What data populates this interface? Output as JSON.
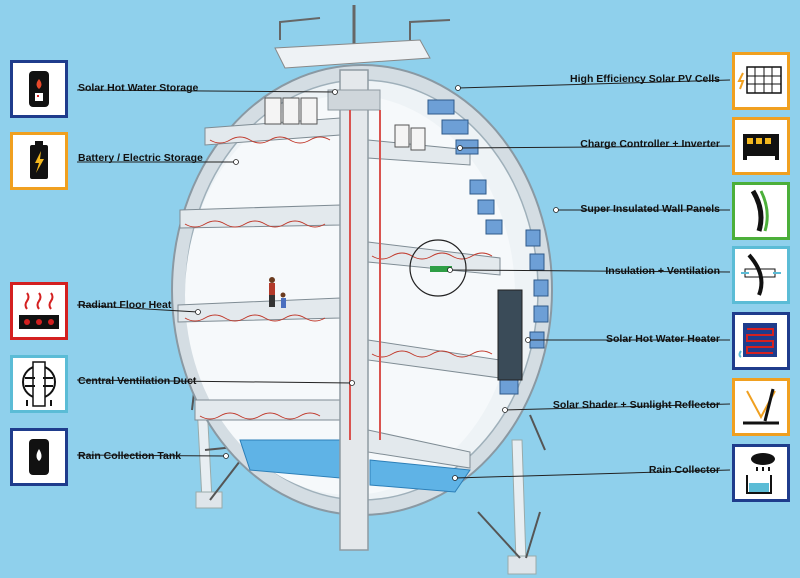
{
  "components": {
    "left": [
      {
        "label": "Solar Hot Water Storage",
        "icon": "hot-water-tank-icon",
        "color": "#1f3c8c"
      },
      {
        "label": "Battery / Electric Storage",
        "icon": "battery-icon",
        "color": "#f0a020"
      },
      {
        "label": "Radiant Floor Heat",
        "icon": "radiant-floor-heat-icon",
        "color": "#d42020"
      },
      {
        "label": "Central Ventilation Duct",
        "icon": "ventilation-duct-icon",
        "color": "#5bbcd6"
      },
      {
        "label": "Rain Collection Tank",
        "icon": "rain-tank-icon",
        "color": "#1f3c8c"
      }
    ],
    "right": [
      {
        "label": "High Efficiency Solar PV Cells",
        "icon": "solar-panel-icon",
        "color": "#f0a020"
      },
      {
        "label": "Charge Controller + Inverter",
        "icon": "inverter-icon",
        "color": "#f0a020"
      },
      {
        "label": "Super Insulated Wall Panels",
        "icon": "wall-panel-icon",
        "color": "#4caf3a"
      },
      {
        "label": "Insulation + Ventilation",
        "icon": "insulation-icon",
        "color": "#5bbcd6"
      },
      {
        "label": "Solar Hot Water Heater",
        "icon": "solar-water-heater-icon",
        "color": "#1f3c8c"
      },
      {
        "label": "Solar Shader + Sunlight Reflector",
        "icon": "sun-reflector-icon",
        "color": "#f0a020"
      },
      {
        "label": "Rain Collector",
        "icon": "rain-collector-icon",
        "color": "#1f3c8c"
      }
    ]
  }
}
